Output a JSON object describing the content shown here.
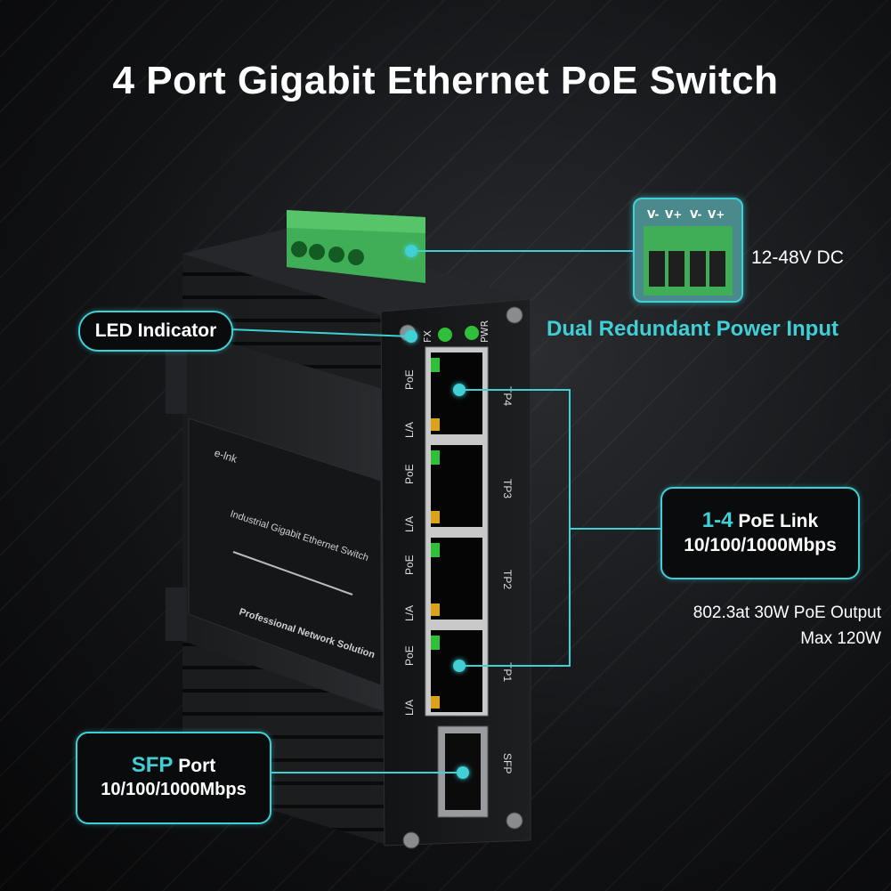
{
  "title": "4 Port Gigabit Ethernet PoE Switch",
  "callouts": {
    "led": "LED Indicator",
    "link_accent": "1-4",
    "link_text": "PoE Link",
    "link_speed": "10/100/1000Mbps",
    "sfp_accent": "SFP",
    "sfp_text": "Port",
    "sfp_speed": "10/100/1000Mbps"
  },
  "power": {
    "title": "Dual Redundant Power Input",
    "voltage": "12-48V DC",
    "terminal_labels": [
      "V-",
      "V+",
      "V-",
      "V+"
    ]
  },
  "poe_output": {
    "line1": "802.3at 30W PoE Output",
    "line2": "Max 120W"
  },
  "device": {
    "brand": "e-lnk",
    "model_text": "Industrial Gigabit Ethernet Switch",
    "slogan": "Professional Network Solution",
    "led_labels": [
      "FX",
      "PWR"
    ],
    "port_labels": [
      "TP4",
      "TP3",
      "TP2",
      "TP1",
      "SFP"
    ],
    "led_side_labels": [
      "PoE",
      "L/A",
      "PoE",
      "L/A",
      "PoE",
      "L/A",
      "PoE",
      "L/A"
    ]
  },
  "colors": {
    "accent": "#3fd0d6",
    "terminal_green": "#3fae56",
    "led_green": "#2fbf3b",
    "led_amber": "#d9a21a"
  }
}
